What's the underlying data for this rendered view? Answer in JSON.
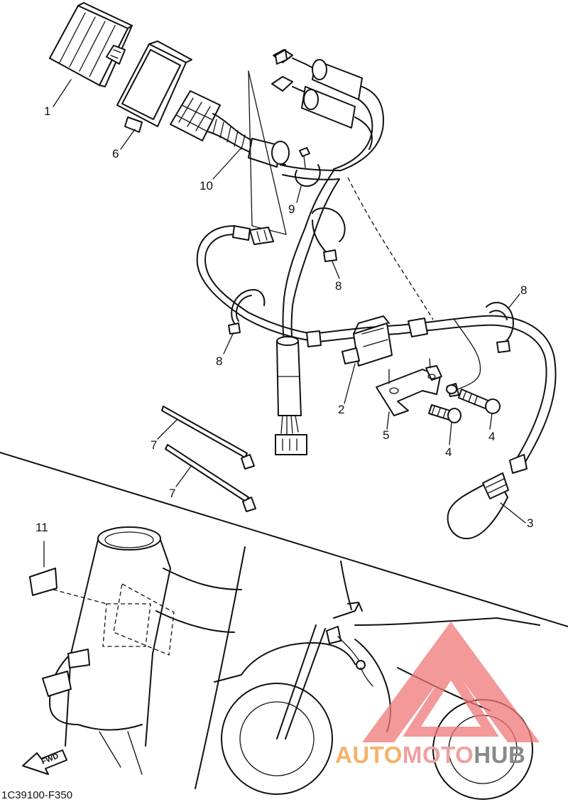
{
  "callouts": [
    {
      "id": "1",
      "label": "1"
    },
    {
      "id": "6",
      "label": "6"
    },
    {
      "id": "10",
      "label": "10"
    },
    {
      "id": "9",
      "label": "9"
    },
    {
      "id": "8a",
      "label": "8"
    },
    {
      "id": "8b",
      "label": "8"
    },
    {
      "id": "8c",
      "label": "8"
    },
    {
      "id": "2",
      "label": "2"
    },
    {
      "id": "5",
      "label": "5"
    },
    {
      "id": "4a",
      "label": "4"
    },
    {
      "id": "4b",
      "label": "4"
    },
    {
      "id": "3",
      "label": "3"
    },
    {
      "id": "7a",
      "label": "7"
    },
    {
      "id": "7b",
      "label": "7"
    },
    {
      "id": "11",
      "label": "11"
    }
  ],
  "fwd_label": "FWD",
  "diagram_code": "1C39100-F350",
  "watermark": {
    "part1": "AUTO",
    "part2": "MOTO",
    "part3": "HUB",
    "color_orange": "#f5b26b",
    "color_pink": "#f0a0a0",
    "color_gray": "#8a8a8a"
  }
}
